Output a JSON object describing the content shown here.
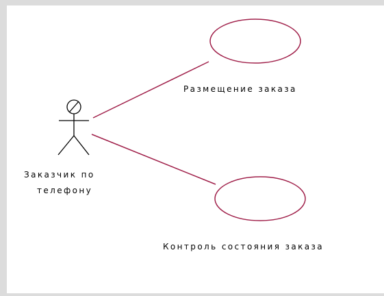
{
  "diagram": {
    "actor": {
      "name_line1": "Заказчик по",
      "name_line2": "телефону"
    },
    "use_cases": [
      {
        "label": "Размещение заказа"
      },
      {
        "label": "Контроль состояния заказа"
      }
    ],
    "colors": {
      "background": "#dcdcdc",
      "canvas": "#ffffff",
      "association": "#a0204a",
      "use_case_border": "#a0204a",
      "actor": "#000000"
    }
  }
}
